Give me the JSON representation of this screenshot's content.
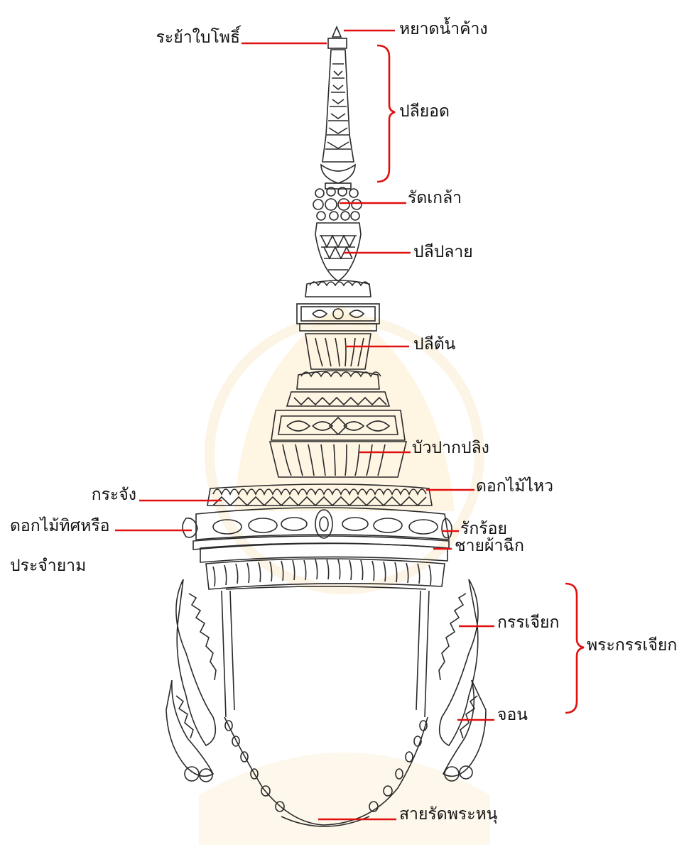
{
  "colors": {
    "leader": "#e01010",
    "ink": "#2a2a2a",
    "paper": "#ffffff",
    "watermark": "#f3c56a"
  },
  "labels": {
    "yad_nam_khang": "หยาดน้ำค้าง",
    "rayaa_bai_pho": "ระย้าใบโพธิ์",
    "pli_yod": "ปลียอด",
    "rad_klao": "รัดเกล้า",
    "pli_plai": "ปลีปลาย",
    "pli_ton": "ปลีต้น",
    "bua_pak_pling": "บัวปากปลิง",
    "kra_jang": "กระจัง",
    "dok_mai_wai": "ดอกไม้ไหว",
    "dok_mai_thit_line1": "ดอกไม้ทิศหรือ",
    "dok_mai_thit_line2": "ประจำยาม",
    "rak_roi": "รักร้อย",
    "chai_pha_chik": "ชายผ้าฉีก",
    "kan_jiak": "กรรเจียก",
    "phra_kan_jiak": "พระกรรเจียก",
    "jon": "จอน",
    "sai_rad_phra_hanu": "สายรัดพระหนุ"
  }
}
